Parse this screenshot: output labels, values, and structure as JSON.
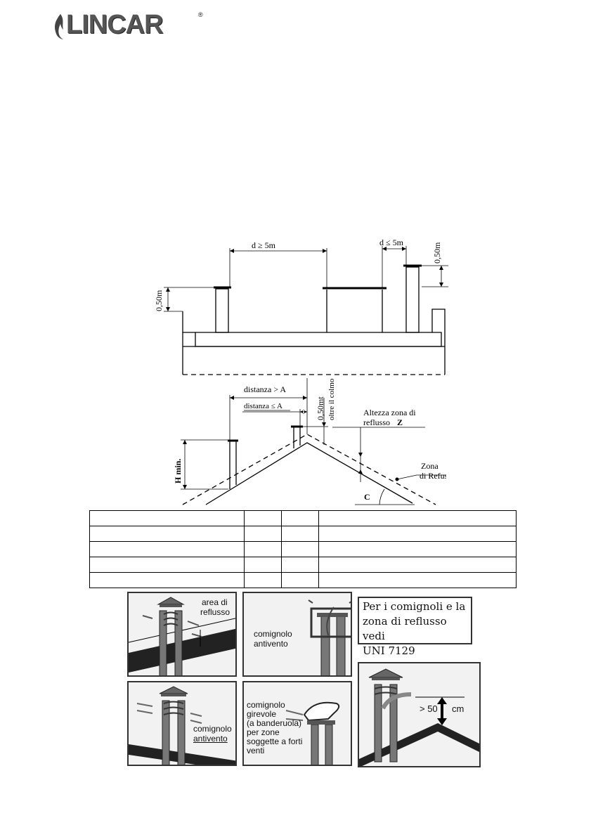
{
  "logo": {
    "text": "LINCAR",
    "reg": "®"
  },
  "diagram1": {
    "dist_far": "d ≥ 5m",
    "dist_near": "d ≤ 5m",
    "h_left": "0,50m",
    "h_right": "0,50m"
  },
  "diagram2": {
    "dist_gt": "distanza >  A",
    "dist_le": "distanza ≤ A",
    "h_colmo": "0,50mt",
    "oltre": "oltre il colmo",
    "zona_alt_1": "Altezza zona di",
    "zona_alt_2": "reflusso",
    "zona_alt_z": "Z",
    "h_min": "H min.",
    "zona_1": "Zona",
    "zona_2": "di Refusso",
    "angle": "C"
  },
  "panels": {
    "p1_text_1": "area di",
    "p1_text_2": "reflusso",
    "p2_text_1": "comignolo",
    "p2_text_2": "antivento",
    "p3_text_1": "comignolo",
    "p3_text_2": "antivento",
    "p4_text": [
      "comignolo",
      "girevole",
      "(a banderuola)",
      "per zone",
      "soggette a forti",
      "venti"
    ],
    "note": [
      "Per i comignoli e la",
      "zona di reflusso vedi",
      "UNI 7129"
    ],
    "p5_label": "> 50",
    "p5_unit": "cm"
  }
}
